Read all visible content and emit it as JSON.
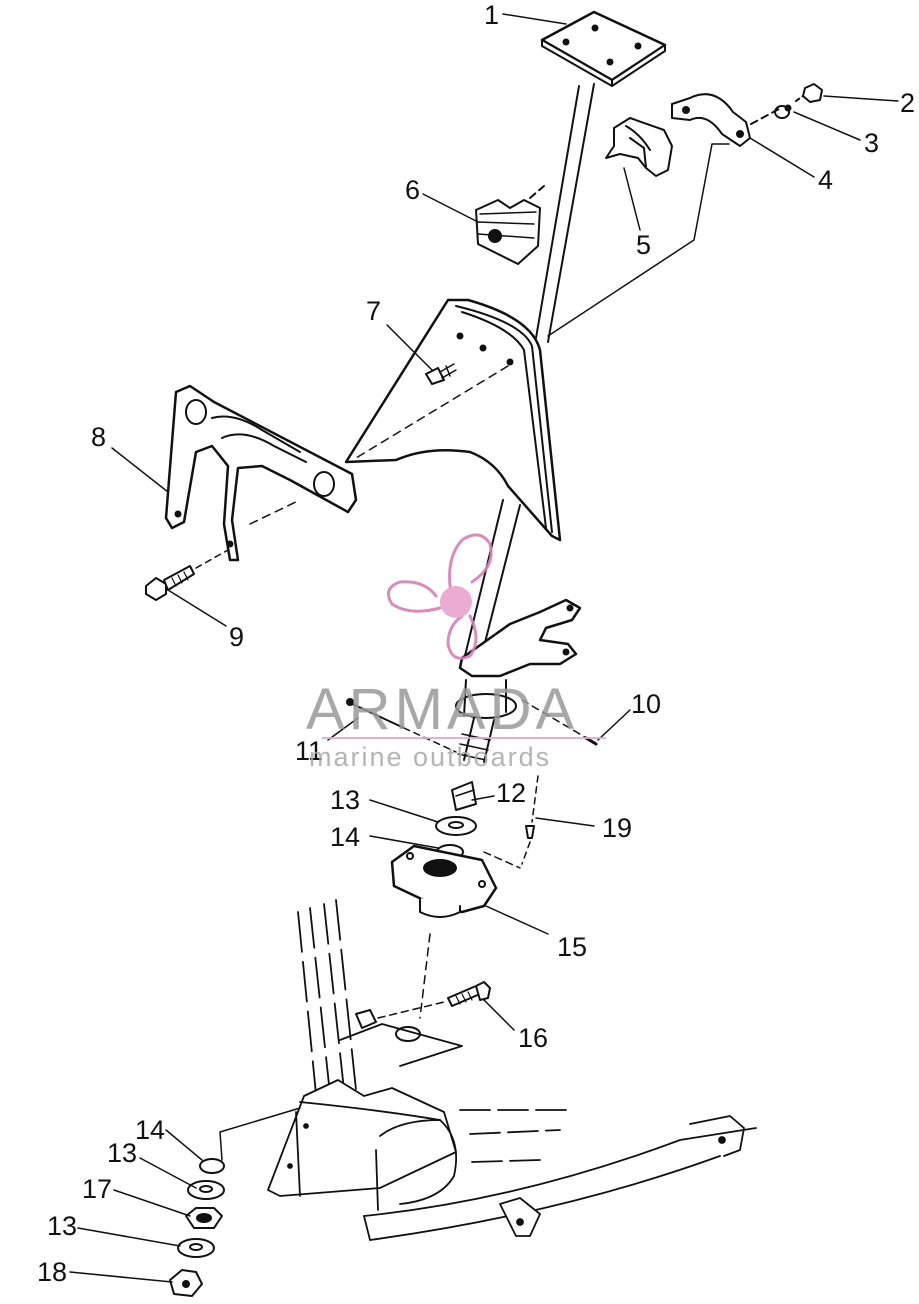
{
  "callouts": [
    {
      "id": "c1",
      "text": "1"
    },
    {
      "id": "c2",
      "text": "2"
    },
    {
      "id": "c3",
      "text": "3"
    },
    {
      "id": "c4",
      "text": "4"
    },
    {
      "id": "c5",
      "text": "5"
    },
    {
      "id": "c6",
      "text": "6"
    },
    {
      "id": "c7",
      "text": "7"
    },
    {
      "id": "c8",
      "text": "8"
    },
    {
      "id": "c9",
      "text": "9"
    },
    {
      "id": "c10",
      "text": "10"
    },
    {
      "id": "c11",
      "text": "11"
    },
    {
      "id": "c12",
      "text": "12"
    },
    {
      "id": "c13a",
      "text": "13"
    },
    {
      "id": "c14a",
      "text": "14"
    },
    {
      "id": "c19",
      "text": "19"
    },
    {
      "id": "c15",
      "text": "15"
    },
    {
      "id": "c16",
      "text": "16"
    },
    {
      "id": "c14b",
      "text": "14"
    },
    {
      "id": "c13b",
      "text": "13"
    },
    {
      "id": "c17",
      "text": "17"
    },
    {
      "id": "c13c",
      "text": "13"
    },
    {
      "id": "c18",
      "text": "18"
    }
  ],
  "watermark": {
    "title": "ARMADA",
    "subtitle": "marine outboards",
    "accent_color": "#d77fb4",
    "text_color": "#9a9a9a"
  },
  "colors": {
    "line": "#111111",
    "background": "#ffffff"
  }
}
